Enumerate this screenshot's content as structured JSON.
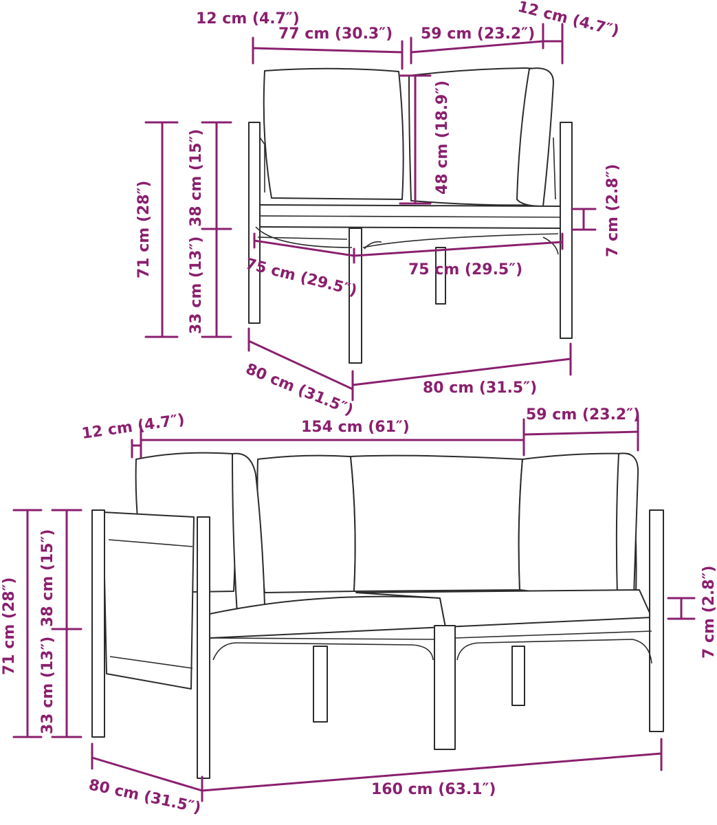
{
  "colors": {
    "dimension": "#8a1f6e",
    "outline": "#2b2b2b",
    "background": "#ffffff"
  },
  "top_view": {
    "armrest_width": "12 cm (4.7″)",
    "seat_width": "77 cm (30.3″)",
    "back_cushion_width": "59 cm (23.2″)",
    "armrest_width_right": "12 cm (4.7″)",
    "back_cushion_height": "48 cm (18.9″)",
    "total_height": "71 cm (28″)",
    "back_height": "38 cm (15″)",
    "seat_height": "33 cm (13″)",
    "cushion_thickness": "7 cm (2.8″)",
    "seat_depth_left": "75 cm (29.5″)",
    "seat_depth_right": "75 cm (29.5″)",
    "overall_depth": "80 cm (31.5″)",
    "overall_width": "80 cm (31.5″)"
  },
  "bottom_view": {
    "armrest_width": "12 cm (4.7″)",
    "seat_width": "154 cm (61″)",
    "back_cushion_width": "59 cm (23.2″)",
    "total_height": "71 cm (28″)",
    "back_height": "38 cm (15″)",
    "seat_height": "33 cm (13″)",
    "cushion_thickness": "7 cm (2.8″)",
    "overall_depth": "80 cm (31.5″)",
    "overall_width": "160 cm (63.1″)"
  }
}
